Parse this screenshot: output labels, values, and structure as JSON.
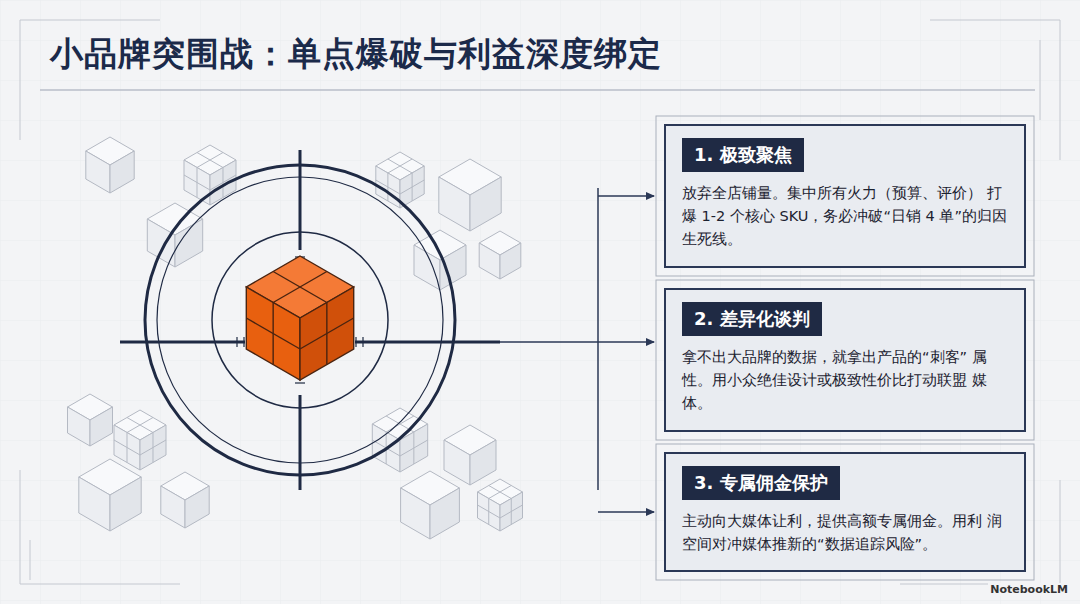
{
  "diagram": {
    "title": "小品牌突围战：单点爆破与利益深度绑定",
    "nodes": [
      {
        "text": [
          "1. 极致聚焦",
          "放弃全店铺量。集中所有火力（预算、评价） 打爆 1-2 个核心 SKU，务必冲破“日销 4 单”的归因生死线。"
        ]
      },
      {
        "text": [
          "2. 差异化谈判",
          "拿不出大品牌的数据，就拿出产品的“刺客” 属性。用小众绝佳设计或极致性价比打动联盟 媒体。"
        ]
      },
      {
        "text": [
          "3. 专属佣金保护",
          "主动向大媒体让利，提供高额专属佣金。用利 润空间对冲媒体推新的“数据追踪风险”。"
        ]
      }
    ],
    "labels": [
      "NotebookLM"
    ]
  }
}
